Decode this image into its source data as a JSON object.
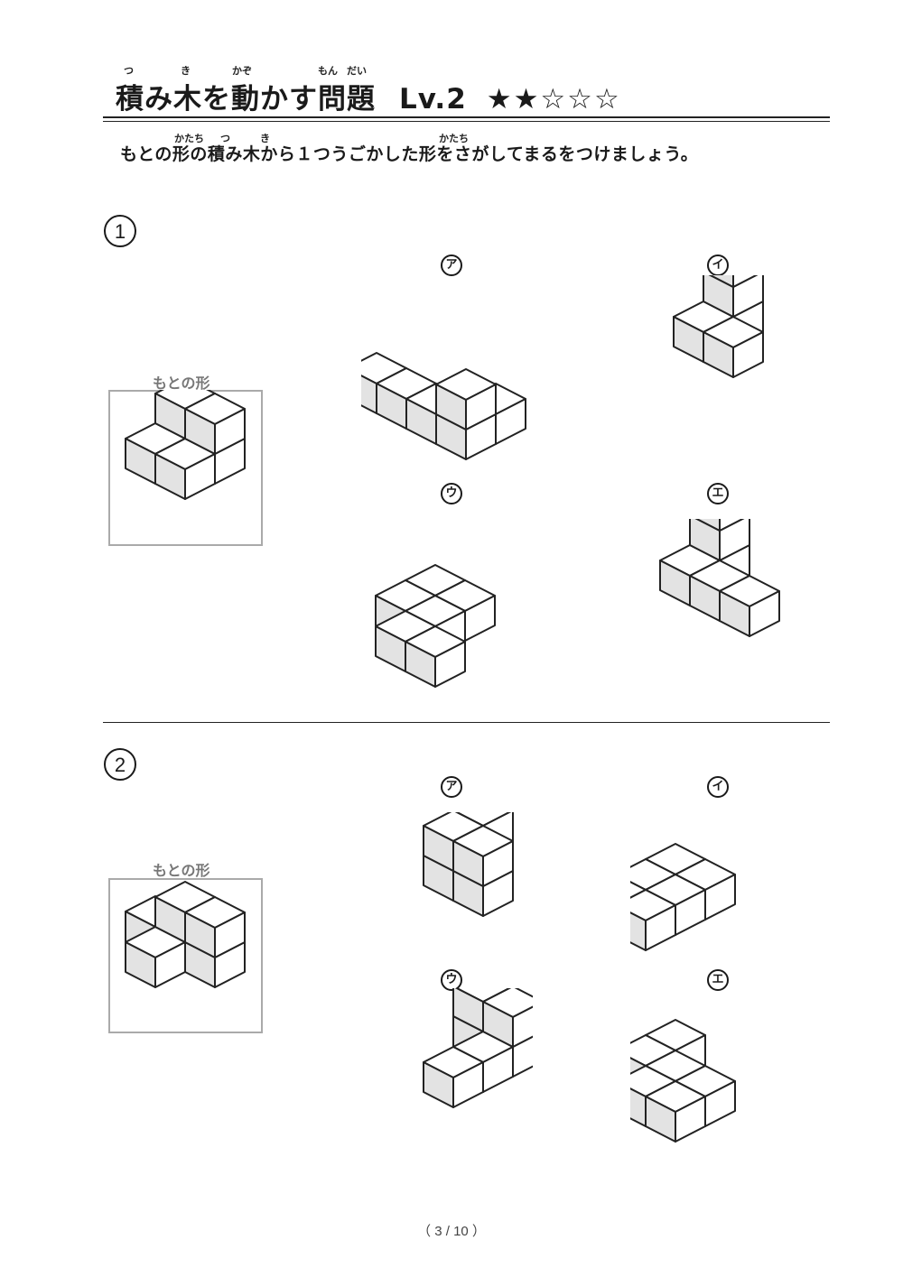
{
  "header": {
    "ruby": [
      "つ",
      "き",
      "かぞ",
      "もん",
      "だい"
    ],
    "title": "積み木を動かす問題",
    "level": "Lv.2",
    "stars": "★★☆☆☆"
  },
  "instruction": {
    "ruby": [
      "かたち",
      "つ",
      "き",
      "かたち"
    ],
    "text": "もとの形の積み木から１つうごかした形をさがしてまるをつけましょう。"
  },
  "questions": [
    {
      "number": "1",
      "original_label": "もとの形",
      "options": [
        {
          "label": "ア"
        },
        {
          "label": "イ"
        },
        {
          "label": "ウ"
        },
        {
          "label": "エ"
        }
      ]
    },
    {
      "number": "2",
      "original_label": "もとの形",
      "options": [
        {
          "label": "ア"
        },
        {
          "label": "イ"
        },
        {
          "label": "ウ"
        },
        {
          "label": "エ"
        }
      ]
    }
  ],
  "footer": {
    "page": "（ 3 / 10 ）"
  },
  "colors": {
    "top_face": "#ffffff",
    "left_face": "#e3e3e3",
    "right_face": "#ffffff",
    "edge": "#222222",
    "frame": "#aaaaaa"
  }
}
